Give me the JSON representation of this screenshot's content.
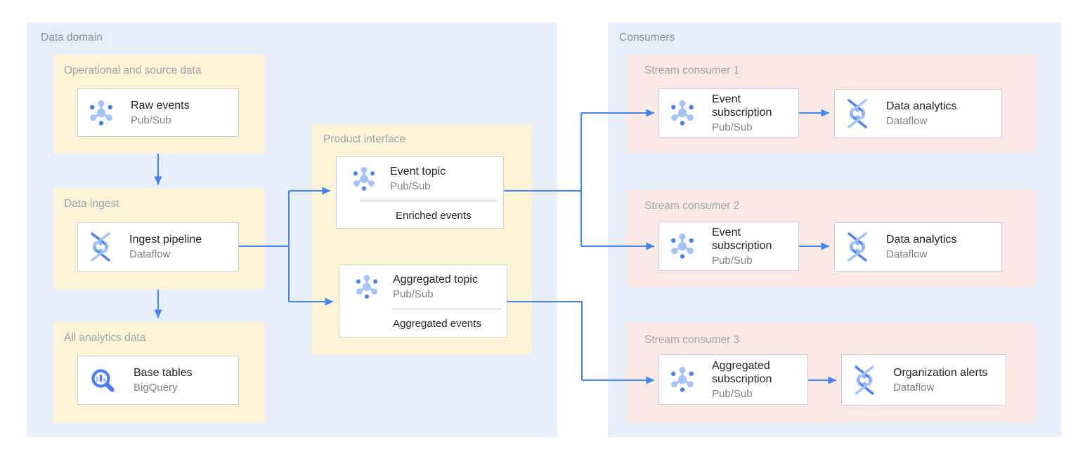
{
  "colors": {
    "panel_bg": "#e5eefa",
    "yellow_group_bg": "#fdf3d7",
    "pink_group_bg": "#fae9e4",
    "card_bg": "#ffffff",
    "card_border": "#ced0d3",
    "arrow_blue": "#4284f3",
    "icon_blue_dark": "#4b80f4",
    "icon_blue_light": "#a4c3f9",
    "title_text": "#212327",
    "subtitle_text": "#7e8286",
    "panel_label_text": "#8a8f94",
    "group_label_text": "#a0a4a8"
  },
  "panels": {
    "data_domain": {
      "label": "Data domain",
      "groups": {
        "operational": {
          "label": "Operational and source data",
          "card": {
            "title": "Raw events",
            "subtitle": "Pub/Sub",
            "icon": "pubsub-icon"
          }
        },
        "ingest": {
          "label": "Data ingest",
          "card": {
            "title": "Ingest pipeline",
            "subtitle": "Dataflow",
            "icon": "dataflow-icon"
          }
        },
        "analytics": {
          "label": "All analytics data",
          "card": {
            "title": "Base tables",
            "subtitle": "BigQuery",
            "icon": "bigquery-icon"
          }
        },
        "product_interface": {
          "label": "Product interface",
          "event_topic": {
            "title": "Event topic",
            "subtitle": "Pub/Sub",
            "tag": "Enriched events",
            "icon": "pubsub-icon"
          },
          "aggregated_topic": {
            "title": "Aggregated topic",
            "subtitle": "Pub/Sub",
            "tag": "Aggregated events",
            "icon": "pubsub-icon"
          }
        }
      }
    },
    "consumers": {
      "label": "Consumers",
      "rows": [
        {
          "label": "Stream consumer 1",
          "source": {
            "title": "Event subscription",
            "subtitle": "Pub/Sub",
            "icon": "pubsub-icon"
          },
          "sink": {
            "title": "Data analytics",
            "subtitle": "Dataflow",
            "icon": "dataflow-icon"
          }
        },
        {
          "label": "Stream consumer 2",
          "source": {
            "title": "Event subscription",
            "subtitle": "Pub/Sub",
            "icon": "pubsub-icon"
          },
          "sink": {
            "title": "Data analytics",
            "subtitle": "Dataflow",
            "icon": "dataflow-icon"
          }
        },
        {
          "label": "Stream consumer 3",
          "source": {
            "title": "Aggregated subscription",
            "subtitle": "Pub/Sub",
            "icon": "pubsub-icon"
          },
          "sink": {
            "title": "Organization alerts",
            "subtitle": "Dataflow",
            "icon": "dataflow-icon"
          }
        }
      ]
    }
  },
  "edges": [
    {
      "from": "Raw events",
      "to": "Ingest pipeline"
    },
    {
      "from": "Ingest pipeline",
      "to": "Base tables"
    },
    {
      "from": "Ingest pipeline",
      "to": "Event topic"
    },
    {
      "from": "Ingest pipeline",
      "to": "Aggregated topic"
    },
    {
      "from": "Event topic",
      "to": "Event subscription (Stream consumer 1)"
    },
    {
      "from": "Event topic",
      "to": "Event subscription (Stream consumer 2)"
    },
    {
      "from": "Aggregated topic",
      "to": "Aggregated subscription (Stream consumer 3)"
    },
    {
      "from": "Event subscription (Stream consumer 1)",
      "to": "Data analytics (Stream consumer 1)"
    },
    {
      "from": "Event subscription (Stream consumer 2)",
      "to": "Data analytics (Stream consumer 2)"
    },
    {
      "from": "Aggregated subscription (Stream consumer 3)",
      "to": "Organization alerts (Stream consumer 3)"
    }
  ]
}
